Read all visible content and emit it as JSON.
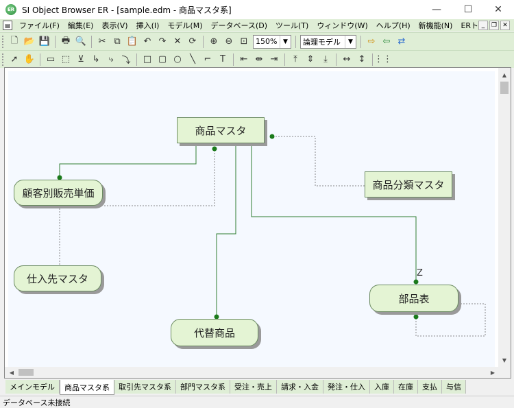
{
  "window": {
    "title": "SI Object Browser ER - [sample.edm - 商品マスタ系]",
    "app_icon_text": "ER",
    "minimize": "—",
    "maximize": "☐",
    "close": "✕"
  },
  "menu": {
    "items": [
      "ファイル(F)",
      "編集(E)",
      "表示(V)",
      "挿入(I)",
      "モデル(M)",
      "データベース(D)",
      "ツール(T)",
      "ウィンドウ(W)",
      "ヘルプ(H)",
      "新機能(N)",
      "ERトコ(U)"
    ],
    "mdi_minimize": "_",
    "mdi_restore": "❐",
    "mdi_close": "✕"
  },
  "toolbar1": {
    "zoom_value": "150%",
    "model_value": "論理モデル"
  },
  "diagram": {
    "entities": [
      {
        "name": "商品マスタ"
      },
      {
        "name": "顧客別販売単価"
      },
      {
        "name": "商品分類マスタ"
      },
      {
        "name": "仕入先マスタ"
      },
      {
        "name": "部品表"
      },
      {
        "name": "代替商品"
      }
    ],
    "cardinality_label": "Z"
  },
  "tabs": [
    "メインモデル",
    "商品マスタ系",
    "取引先マスタ系",
    "部門マスタ系",
    "受注・売上",
    "請求・入金",
    "発注・仕入",
    "入庫",
    "在庫",
    "支払",
    "与信"
  ],
  "active_tab_index": 1,
  "status": {
    "text": "データベース未接続"
  },
  "colors": {
    "entity_fill": "#e4f4d4",
    "relation_line": "#2e7d32",
    "menu_bg": "#dfeed6"
  }
}
